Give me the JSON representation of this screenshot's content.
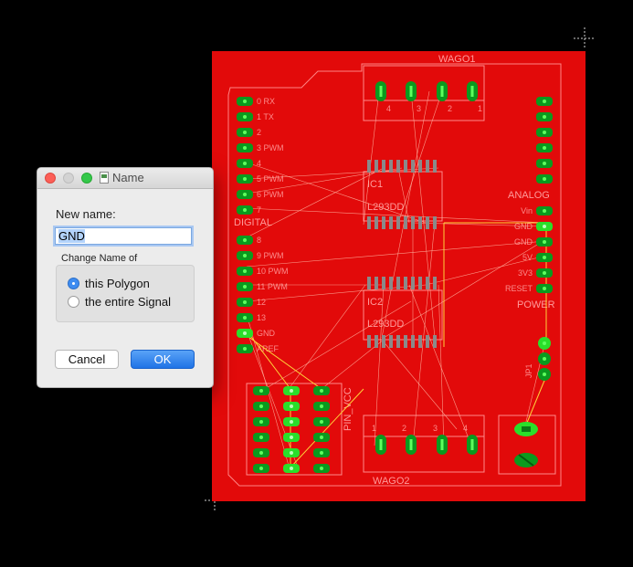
{
  "colors": {
    "board": "#e20a0a",
    "pad": "#0a9a1e",
    "pad_hole": "#5dff5d",
    "highlight_pad": "#2adf2a",
    "silkscreen": "#ff9a9a",
    "airwire": "#ffd23a"
  },
  "board": {
    "connectors": {
      "wago1": "WAGO1",
      "wago2": "WAGO2",
      "pin_vcc": "PIN_VCC"
    },
    "chips": {
      "ic1": "IC1",
      "ic1_part": "L293DD",
      "ic2": "IC2",
      "ic2_part": "L293DD"
    },
    "digital_header": {
      "title": "DIGITAL",
      "labels": [
        "0 RX",
        "1 TX",
        "2",
        "3 PWM",
        "4",
        "5 PWM",
        "6 PWM",
        "7",
        "8",
        "9 PWM",
        "10 PWM",
        "11 PWM",
        "12",
        "13",
        "GND",
        "AREF"
      ]
    },
    "analog_header": {
      "title": "ANALOG"
    },
    "power_header": {
      "title": "POWER",
      "labels": [
        "Vin",
        "GND",
        "GND",
        "5V",
        "3V3",
        "RESET"
      ]
    },
    "wago1_pins": [
      "4",
      "3",
      "2",
      "1"
    ],
    "wago2_pins": [
      "1",
      "2",
      "3",
      "4"
    ],
    "side_connector": "JP1"
  },
  "dialog": {
    "title": "Name",
    "title_icon": "document-icon",
    "new_name_label": "New name:",
    "new_name_value": "GND",
    "group_title": "Change Name of",
    "options": [
      {
        "label": "this Polygon",
        "selected": true
      },
      {
        "label": "the entire Signal",
        "selected": false
      }
    ],
    "cancel_label": "Cancel",
    "ok_label": "OK"
  }
}
